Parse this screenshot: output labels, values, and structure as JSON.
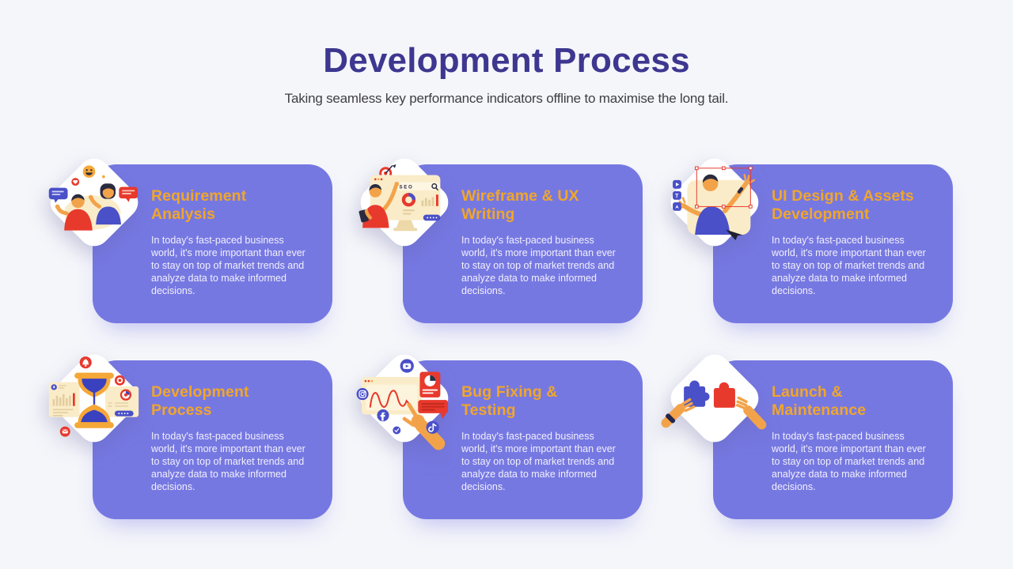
{
  "page": {
    "title": "Development Process",
    "subtitle": "Taking seamless key performance indicators offline to maximise the long tail."
  },
  "colors": {
    "background": "#F5F6FA",
    "card": "#7678E2",
    "heading": "#3E3790",
    "card_title": "#F0A62B",
    "card_body": "#F1F0FB",
    "illustration_red": "#E8392D",
    "illustration_blue": "#4A50C8",
    "illustration_orange": "#F5A738",
    "illustration_skin": "#F2A34A",
    "illustration_cream": "#FAECC8"
  },
  "cards": [
    {
      "title": "Requirement Analysis",
      "body": "In today's fast-paced business world, it's more important than ever to stay on top of market trends and analyze data to make informed decisions.",
      "icon": "people-chat-illustration"
    },
    {
      "title": "Wireframe & UX Writing",
      "body": "In today's fast-paced business world, it's more important than ever to stay on top of market trends and analyze data to make informed decisions.",
      "icon": "seo-monitor-illustration"
    },
    {
      "title": "UI Design & Assets Development",
      "body": "In today's fast-paced business world, it's more important than ever to stay on top of market trends and analyze data to make informed decisions.",
      "icon": "design-selection-illustration"
    },
    {
      "title": "Development Process",
      "body": "In today's fast-paced business world, it's more important than ever to stay on top of market trends and analyze data to make informed decisions.",
      "icon": "hourglass-analytics-illustration"
    },
    {
      "title": "Bug Fixing & Testing",
      "body": "In today's fast-paced business world, it's more important than ever to stay on top of market trends and analyze data to make informed decisions.",
      "icon": "graph-hand-illustration"
    },
    {
      "title": "Launch & Maintenance",
      "body": "In today's fast-paced business world, it's more important than ever to stay on top of market trends and analyze data to make informed decisions.",
      "icon": "puzzle-hands-illustration"
    }
  ]
}
